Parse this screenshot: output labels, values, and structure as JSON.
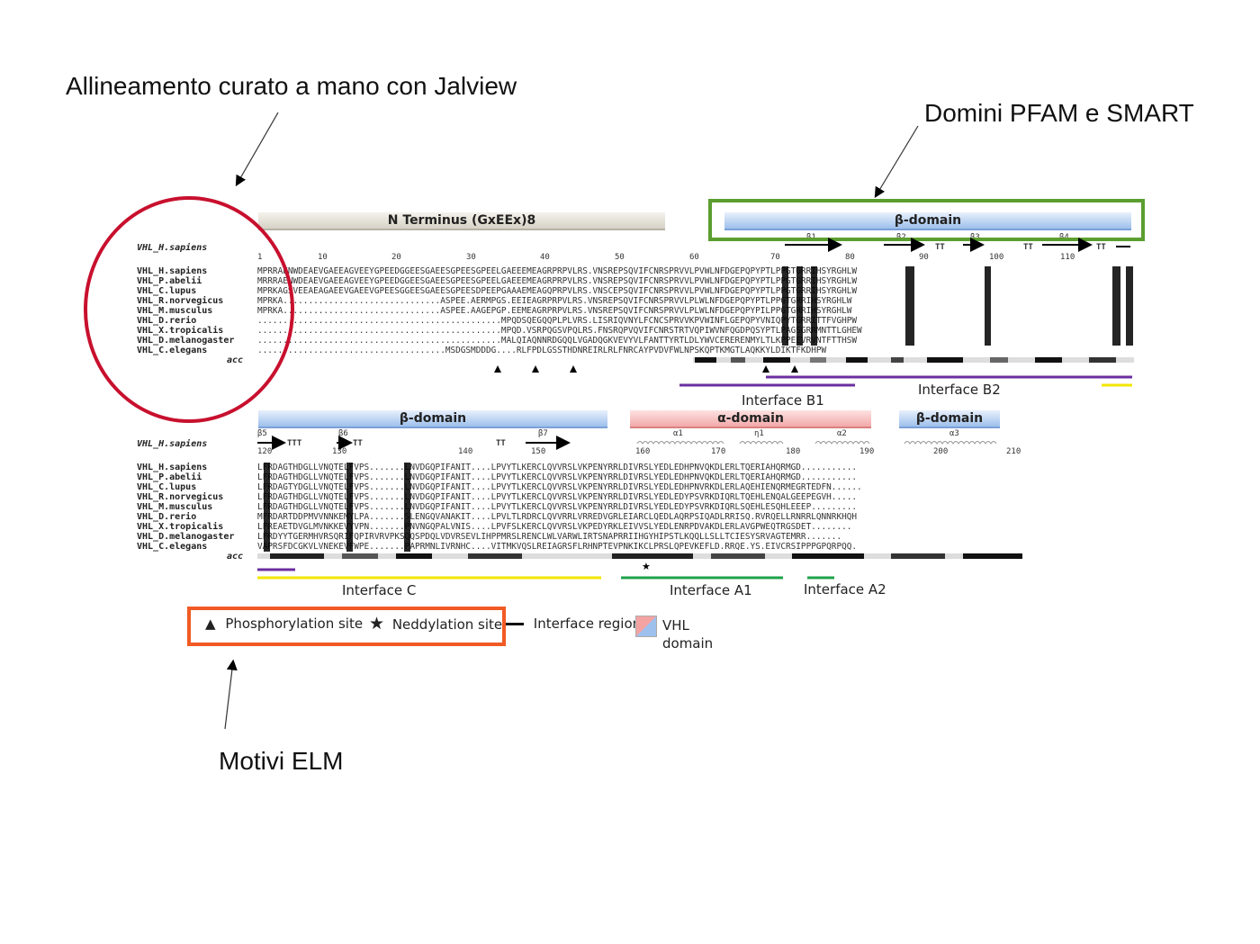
{
  "annotations": {
    "jalview": "Allineamento curato a mano con Jalview",
    "pfam_smart": "Domini PFAM e SMART",
    "elm": "Motivi ELM"
  },
  "colors": {
    "red_circle": "#c8102e",
    "green_box": "#5a9e2f",
    "orange_box": "#f15a24",
    "purple_line": "#6b2fa0",
    "yellow_line": "#f2e600",
    "green_line": "#1fa34a"
  },
  "block1": {
    "headers": {
      "nterm": "N Terminus (GxEEx)8",
      "beta": "β-domain"
    },
    "ref_label": "VHL_H.sapiens",
    "acc_label": "acc",
    "sec_struct": [
      "β1",
      "β2",
      "TT",
      "β3",
      "TT",
      "β4",
      "TT"
    ],
    "ticks": [
      "1",
      "10",
      "20",
      "30",
      "40",
      "50",
      "60",
      "70",
      "80",
      "90",
      "100",
      "110"
    ],
    "rows": [
      {
        "name": "VHL_H.sapiens",
        "seq": "MPRRAENWDEAEVGAEEAGVEEYGPEEDGGEESGAEESGPEESGPEELGAEEEMEAGRPRPVLRS.VNSREPSQVIFCNRSPRVVLPVWLNFDGEPQPYPTLPPGTGRRIHSYRGHLW"
      },
      {
        "name": "VHL_P.abelii",
        "seq": "MRRRAENWDEAEVGAEEAGVEEYGPEEDGGEESGAEESGPEESGPEELGAEEEMEAGRPRPVLRS.VNSREPSQVIFCNRSPRVVLPVWLNFDGEPQPYPTLPPGTGRRIHSYRGHLW"
      },
      {
        "name": "VHL_C.lupus",
        "seq": "MPRKAGSVEEAEAGAEEVGAEEVGPEESGGEESGAEESGPEESDPEEPGAAAEMEAGQPRPVLRS.VNSCEPSQVIFCNRSPRVVLPVWLNFDGEPQPYPTLPPGTGRRIHSYRGHLW"
      },
      {
        "name": "VHL_R.norvegicus",
        "seq": "MPRKA...............................ASPEE.AERMPGS.EEIEAGRPRPVLRS.VNSREPSQVIFCNRSPRVVLPLWLNFDGEPQPYPTLPPGTGRRIHSYRGHLW"
      },
      {
        "name": "VHL_M.musculus",
        "seq": "MPRKA...............................ASPEE.AAGEPGP.EEMEAGRPRPVLRS.VNSREPSQVIFCNRSPRVVLPLWLNFDGEPQPYPILPPGTGRRIHSYRGHLW"
      },
      {
        "name": "VHL_D.rerio",
        "seq": "................................................MPQDSQEGQQPLPLVRS.LISRIQVNYLFCNCSPRVVKPVWINFLGEPQPYVNIQPYTGRRITTFVGHPW"
      },
      {
        "name": "VHL_X.tropicalis",
        "seq": "................................................MPQD.VSRPQGSVPQLRS.FNSRQPVQVIFCNRSTRTVQPIWVNFQGDPQSYPTLPAGSGRRMNTTLGHEW"
      },
      {
        "name": "VHL_D.melanogaster",
        "seq": "................................................MALQIAQNNRDGQQLVGADQGKVEVYVLFANTTYRTLDLYWVCERERENMYLTLKPPEEVRVNTFTTHSW"
      },
      {
        "name": "VHL_C.elegans",
        "seq": ".....................................MSDGSMDDDG....RLFPDLGSSTHDNREIRLRLFNRCAYPVDVFWLNPSKQPTKMGTLAQKKYLDIKTFKDHPW"
      }
    ],
    "interfaces": {
      "b1": "Interface B1",
      "b2": "Interface B2"
    }
  },
  "block2": {
    "headers": {
      "beta_left": "β-domain",
      "alpha": "α-domain",
      "beta_right": "β-domain"
    },
    "ref_label": "VHL_H.sapiens",
    "acc_label": "acc",
    "sec_struct": [
      "β5",
      "TTT",
      "β6",
      "TT",
      "TT",
      "β7",
      "α1",
      "η1",
      "α2",
      "α3"
    ],
    "ticks": [
      "120",
      "130",
      "140",
      "150",
      "160",
      "170",
      "180",
      "190",
      "200",
      "210"
    ],
    "rows": [
      {
        "name": "VHL_H.sapiens",
        "seq": "LFRDAGTHDGLLVNQTELFVPS.......LNVDGQPIFANIT....LPVYTLKERCLQVVRSLVKPENYRRLDIVRSLYEDLEDHPNVQKDLERLTQERIAHQRMGD..........."
      },
      {
        "name": "VHL_P.abelii",
        "seq": "LFRDAGTHDGLLVNQTELFVPS.......LNVDGQPIFANIT....LPVYTLKERCLQVVRSLVKPENYRRLDIVRSLYEDLEDHPNVQKDLERLTQERIAHQRMGD..........."
      },
      {
        "name": "VHL_C.lupus",
        "seq": "LFRDAGTYDGLLVNQTELFVPS.......LNVDGQPIFANIT....LPVYTLKERCLQVVRSLVKPENYRRLDIVRSLYEDLEDHPNVRKDLERLAQEHIENQRMEGRTEDFN......"
      },
      {
        "name": "VHL_R.norvegicus",
        "seq": "LFRDAGTHDGLLVNQTELFVPS.......LNVDGQPIFANIT....LPVYTLKERCLQVVRSLVKPENYRRLDIVRSLYEDLEDYPSVRKDIQRLTQEHLENQALGEEPEGVH....."
      },
      {
        "name": "VHL_M.musculus",
        "seq": "LFRDAGTHDGLLVNQTELFVPS.......LNVDGQPIFANIT....LPVYTLKERCLQVVRSLVKPENYRRLDIVRSLYEDLEDYPSVRKDIQRLSQEHLESQHLEEEP........."
      },
      {
        "name": "VHL_D.rerio",
        "seq": "MFRDARTDDPMVVNNKEMYLPA.......SLENGQVANAKIT....LPVLTLRDRCLQVVRRLVRREDVGRLEIARCLQEDLAQRPSIQADLRRISQ.RVRQELLRNRRLQNNRKHQH"
      },
      {
        "name": "VHL_X.tropicalis",
        "seq": "LFREAETDVGLMVNKKEVYVPN.......PNVNGQPALVNIS....LPVFSLKERCLQVVRSLVKPEDYRKLEIVVSLYEDLENRPDVAKDLERLAVGPWEQTRGSDET........"
      },
      {
        "name": "VHL_D.melanogaster",
        "seq": "LFRDYYTGERMHVRSQRIFQPIRVRVPKSQQSPDQLVDVRSEVLIHPPMRSLRENCLWLVARWLIRTSNAPRRIIHGYHIPSTLKQQLLSLLTCIESYSRVAGTEMRR......."
      },
      {
        "name": "VHL_C.elegans",
        "seq": "VAPRSFDCGKVLVNEKEVFWPE.......PAPRMNLIVRNHC....VITMKVQSLREIAGRSFLRHNPTEVPNKIKCLPRSLQPEVKEFLD.RRQE.YS.EIVCRSIPPPGPQRPQQ."
      }
    ],
    "interfaces": {
      "c": "Interface C",
      "a1": "Interface A1",
      "a2": "Interface A2"
    }
  },
  "legend": {
    "phospho": "Phosphorylation site",
    "neddyl": "Neddylation site",
    "interface": "Interface region",
    "vhl_line1": "VHL",
    "vhl_line2": "domain"
  }
}
